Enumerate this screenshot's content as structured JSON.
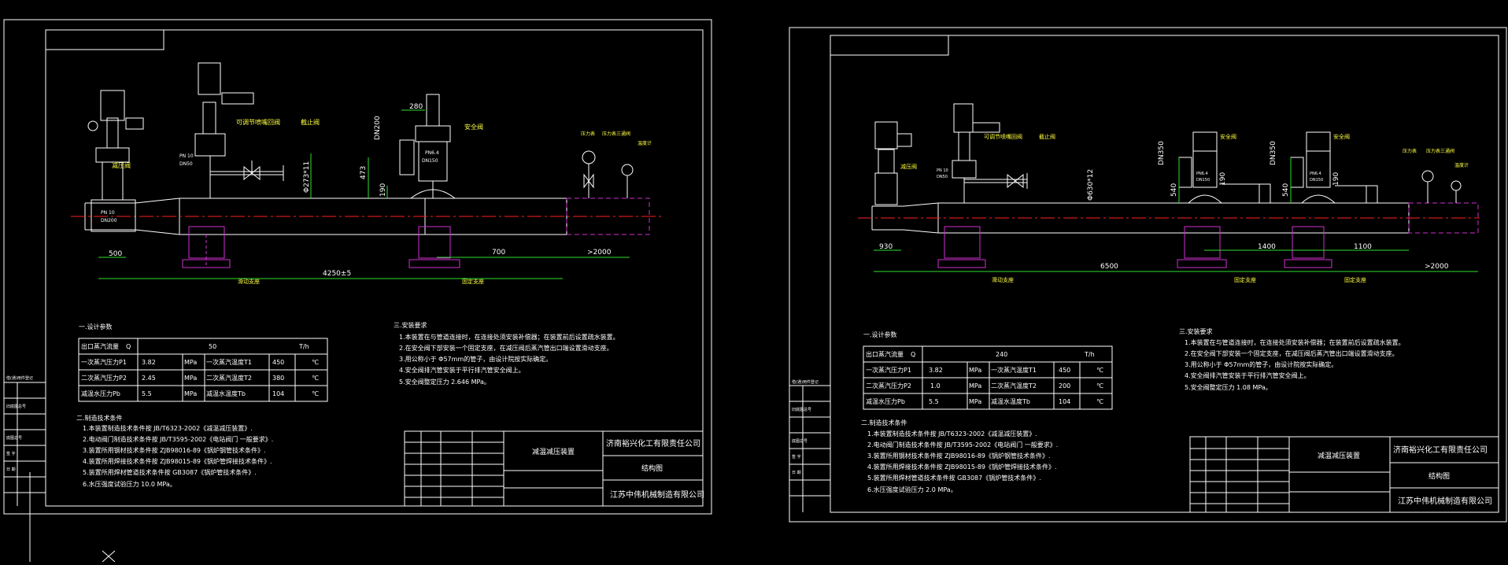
{
  "colors": {
    "background": "#000000",
    "frame": "#ffffff",
    "pipe": "#ffffff",
    "centerline": "#ff2020",
    "support": "#d030d0",
    "dimension": "#30e030",
    "annotation": "#ffff40",
    "text": "#ffffff"
  },
  "left_sheet": {
    "labels": {
      "reducing_valve": "减压阀",
      "regulating_valve": "可调节喷嘴回阀",
      "stop_valve": "截止阀",
      "safety_valve": "安全阀",
      "pn_left": "PN 10",
      "dn_left": "DN200",
      "pn_mid": "PN 10",
      "dn_mid": "DN50",
      "pn_safety": "PN6.4",
      "dn_safety": "DN150",
      "thermometer": "压力表",
      "pressure_gauge": "压力表三通阀",
      "temp_gauge": "温度计",
      "sliding_support": "滑动支座",
      "fixed_support": "固定支座"
    },
    "dims": {
      "d_500": "500",
      "d_4250": "4250±5",
      "d_700": "700",
      "d_2000": ">2000",
      "d_473": "473",
      "d_190": "190",
      "d_280": "280",
      "d_dn200": "DN200",
      "d_phi": "Φ273*11"
    },
    "design_params": {
      "title": "一.设计参数",
      "rows": [
        [
          "出口蒸汽流量",
          "Q",
          "",
          "50",
          "",
          "T/h"
        ],
        [
          "一次蒸汽压力P1",
          "3.82",
          "MPa",
          "一次蒸汽温度T1",
          "450",
          "℃"
        ],
        [
          "二次蒸汽压力P2",
          "2.45",
          "MPa",
          "二次蒸汽温度T2",
          "380",
          "℃"
        ],
        [
          "减温水压力Pb",
          "5.5",
          "MPa",
          "减温水温度Tb",
          "104",
          "℃"
        ]
      ]
    },
    "tech_reqs": {
      "title": "二.制造技术条件",
      "lines": [
        "1.本装置制造技术条件按 JB/T6323-2002《减温减压装置》.",
        "2.电动阀门制造技术条件按 JB/T3595-2002《电站阀门 一般要求》.",
        "3.装置所用钢材技术条件按 ZJB98016-89《锅炉钢管技术条件》.",
        "4.装置所用焊接技术条件按 ZJB98015-89《锅炉管焊接技术条件》.",
        "5.装置所用焊材管道技术条件按 GB3087《锅炉管技术条件》.",
        "6.水压强度试验压力 10.0 MPa。"
      ]
    },
    "install_reqs": {
      "title": "三.安装要求",
      "lines": [
        "1.本装置在与管道连接时，在连接处须安装补偿器；在装置前后设置疏水装置。",
        "2.在安全阀下部安装一个固定支座，在减压阀后蒸汽管出口端设置滑动支座。",
        "3.用公称小于 Φ57mm的管子，由设计院按实际确定。",
        "4.安全阀排汽管安装于平行排汽管安全阀上。",
        "5.安全阀整定压力 2.646 MPa。"
      ]
    },
    "title_block": {
      "company": "济南裕兴化工有限责任公司",
      "drawing_name": "减温减压装置",
      "drawing_type": "结构图",
      "maker": "江苏中伟机械制造有限公司"
    },
    "side_table": [
      "借(通)用件登记",
      "旧底图总号",
      "底图总号",
      "签  字",
      "日  期"
    ]
  },
  "right_sheet": {
    "labels": {
      "reducing_valve": "减压阀",
      "regulating_valve": "可调节喷嘴回阀",
      "stop_valve": "截止阀",
      "safety_valve_1": "安全阀",
      "safety_valve_2": "安全阀",
      "pn_left": "PN 10",
      "dn_left": "DN50",
      "pn_s1": "PN6.4",
      "dn_s1": "DN150",
      "pn_s2": "PN6.4",
      "dn_s2": "DN150",
      "gauge_a": "压力表",
      "gauge_b": "压力表三通阀",
      "temp_gauge": "温度计",
      "sliding_support": "滑动支座",
      "fixed_support_1": "固定支座",
      "fixed_support_2": "固定支座"
    },
    "dims": {
      "d_930": "930",
      "d_6500": "6500",
      "d_1400": "1400",
      "d_1100": "1100",
      "d_2000": ">2000",
      "d_540a": "540",
      "d_540b": "540",
      "d_190a": "190",
      "d_190b": "190",
      "d_dn350a": "DN350",
      "d_dn350b": "DN350",
      "d_phi": "Φ630*12"
    },
    "design_params": {
      "title": "一.设计参数",
      "rows": [
        [
          "出口蒸汽流量",
          "Q",
          "",
          "240",
          "",
          "T/h"
        ],
        [
          "一次蒸汽压力P1",
          "3.82",
          "MPa",
          "一次蒸汽温度T1",
          "450",
          "℃"
        ],
        [
          "二次蒸汽压力P2",
          "1.0",
          "MPa",
          "二次蒸汽温度T2",
          "200",
          "℃"
        ],
        [
          "减温水压力Pb",
          "5.5",
          "MPa",
          "减温水温度Tb",
          "104",
          "℃"
        ]
      ]
    },
    "tech_reqs": {
      "title": "二.制造技术条件",
      "lines": [
        "1.本装置制造技术条件按 JB/T6323-2002《减温减压装置》.",
        "2.电动阀门制造技术条件按 JB/T3595-2002《电站阀门 一般要求》.",
        "3.装置所用钢材技术条件按 ZJB98016-89《锅炉钢管技术条件》.",
        "4.装置所用焊接技术条件按 ZJB98015-89《锅炉管焊接技术条件》.",
        "5.装置所用焊材管道技术条件按 GB3087《锅炉管技术条件》.",
        "6.水压强度试验压力 2.0 MPa。"
      ]
    },
    "install_reqs": {
      "title": "三.安装要求",
      "lines": [
        "1.本装置在与管道连接时，在连接处须安装补偿器；在装置前后设置疏水装置。",
        "2.在安全阀下部安装一个固定支座，在减压阀后蒸汽管出口端设置滑动支座。",
        "3.用公称小于 Φ57mm的管子，由设计院按实际确定。",
        "4.安全阀排汽管安装于平行排汽管安全阀上。",
        "5.安全阀整定压力 1.08 MPa。"
      ]
    },
    "title_block": {
      "company": "济南裕兴化工有限责任公司",
      "drawing_name": "减温减压装置",
      "drawing_type": "结构图",
      "maker": "江苏中伟机械制造有限公司"
    },
    "side_table": [
      "借(通)用件登记",
      "旧底图总号",
      "底图总号",
      "签  字",
      "日  期"
    ]
  }
}
